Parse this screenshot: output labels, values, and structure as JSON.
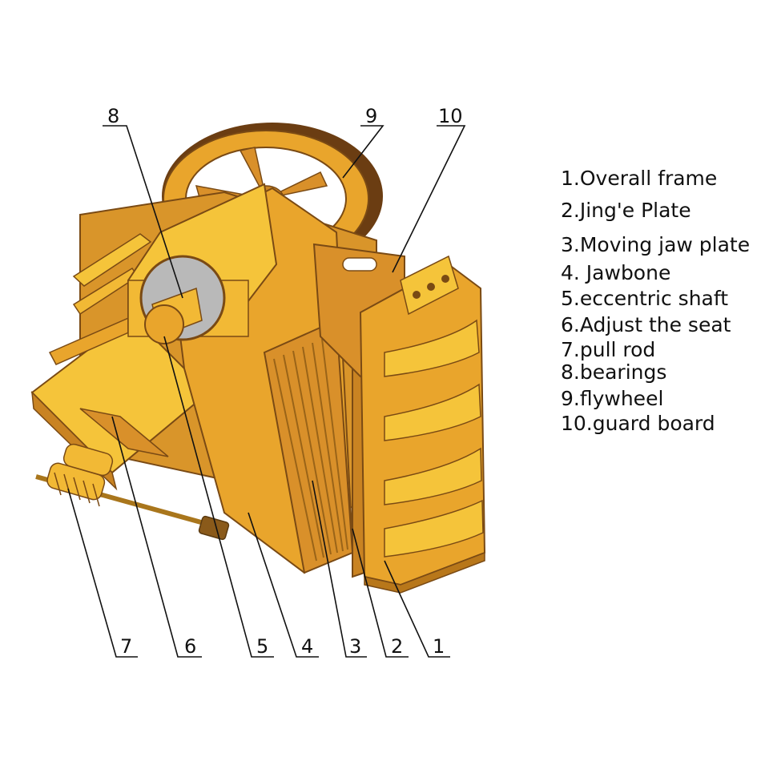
{
  "callouts": [
    {
      "number": "8"
    },
    {
      "number": "9"
    },
    {
      "number": "10"
    },
    {
      "number": "7"
    },
    {
      "number": "6"
    },
    {
      "number": "5"
    },
    {
      "number": "4"
    },
    {
      "number": "3"
    },
    {
      "number": "2"
    },
    {
      "number": "1"
    }
  ],
  "legend": [
    "1.Overall frame",
    "2.Jing'e Plate",
    "3.Moving jaw plate",
    "4. Jawbone",
    "5.eccentric shaft",
    "6.Adjust the seat",
    "7.pull rod",
    "8.bearings",
    "9.flywheel",
    "10.guard board"
  ],
  "colors": {
    "body": "#e9a52c",
    "body_light": "#f5c43a",
    "body_dark": "#b8771a",
    "flywheel_rim": "#6b3d12",
    "bearing_face": "#b9b9b9",
    "line": "#111111"
  }
}
